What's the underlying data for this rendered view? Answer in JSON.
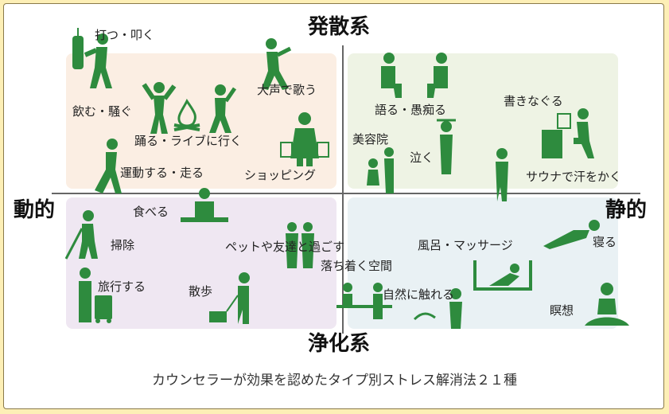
{
  "axes": {
    "top": "発散系",
    "bottom": "浄化系",
    "left": "動的",
    "right": "静的"
  },
  "labels": {
    "hit": "打つ・叩く",
    "drink": "飲む・騒ぐ",
    "dance": "踊る・ライブに行く",
    "exercise": "運動する・走る",
    "sing": "大声で歌う",
    "shopping": "ショッピング",
    "talk": "語る・愚痴る",
    "write": "書きなぐる",
    "salon": "美容院",
    "cry": "泣く",
    "sauna": "サウナで汗をかく",
    "eat": "食べる",
    "clean": "掃除",
    "pets": "ペットや友達と過ごす",
    "travel": "旅行する",
    "walk": "散歩",
    "bath": "風呂・マッサージ",
    "sleep": "寝る",
    "calm": "落ち着く空間",
    "nature": "自然に触れる",
    "meditate": "瞑想"
  },
  "caption": "カウンセラーが効果を認めたタイプ別ストレス解消法２１種",
  "colors": {
    "figure": "#2e8b3e",
    "quadrant_tl": "#fbeee3",
    "quadrant_tr": "#eef3e4",
    "quadrant_bl": "#efe7f2",
    "quadrant_br": "#e9f1f4",
    "border": "#fdefb6"
  }
}
